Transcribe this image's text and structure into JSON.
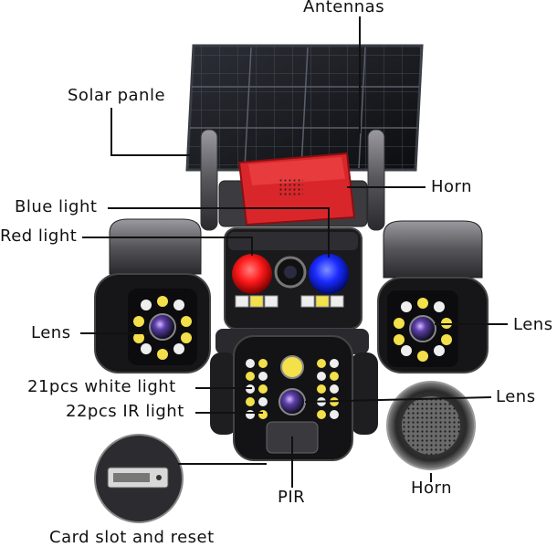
{
  "labels": {
    "antennas": "Antennas",
    "solar_panel": "Solar panle",
    "horn_top": "Horn",
    "blue_light": "Blue light",
    "red_light": "Red light",
    "lens_left": "Lens",
    "lens_right": "Lens",
    "white_light": "21pcs white light",
    "ir_light": "22pcs IR light",
    "lens_bottom": "Lens",
    "pir": "PIR",
    "horn_bottom": "Horn",
    "card_slot": "Card slot and reset"
  },
  "colors": {
    "body": "#1a1a1c",
    "metal": "#6e6e72",
    "horn_red": "#d9262a",
    "red_light": "#ff1a1a",
    "blue_light": "#1a2bff",
    "white_led": "#f3e04a"
  }
}
